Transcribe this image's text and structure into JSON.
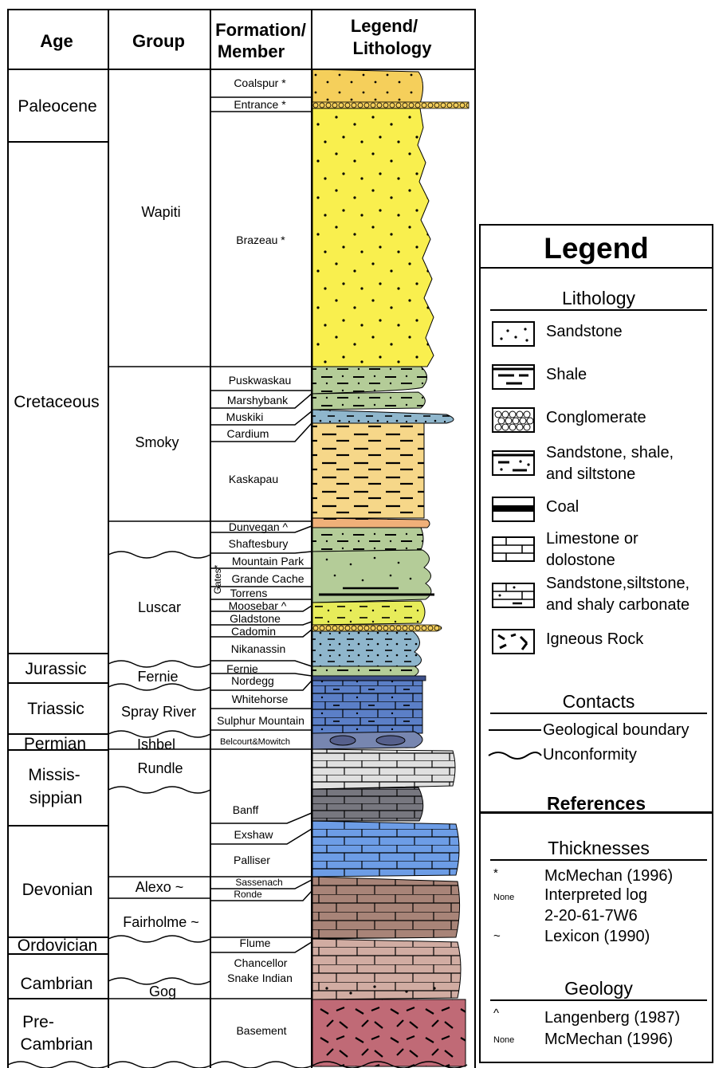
{
  "column": {
    "headers": {
      "age": "Age",
      "group": "Group",
      "formation": [
        "Formation/",
        "Member"
      ],
      "legend": [
        "Legend/",
        "Lithology"
      ]
    },
    "ages": [
      {
        "label": [
          "Paleocene"
        ]
      },
      {
        "label": [
          "Cretaceous"
        ]
      },
      {
        "label": [
          "Jurassic"
        ]
      },
      {
        "label": [
          "Triassic"
        ]
      },
      {
        "label": [
          "Permian"
        ]
      },
      {
        "label": [
          "Missis-",
          "sippian"
        ]
      },
      {
        "label": [
          "Devonian"
        ]
      },
      {
        "label": [
          "Ordovician"
        ]
      },
      {
        "label": [
          "Cambrian"
        ]
      },
      {
        "label": [
          "Pre-",
          "Cambrian"
        ]
      }
    ],
    "groups": [
      "Wapiti",
      "Smoky",
      "Luscar",
      "Fernie",
      "Spray River",
      "Ishbel",
      "Rundle",
      "Alexo ~",
      "Fairholme ~",
      "Gog"
    ],
    "gates_label": "Gates*",
    "formations": [
      "Coalspur *",
      "Entrance *",
      "Brazeau *",
      "Puskwaskau",
      "Marshybank",
      "Muskiki",
      "Cardium",
      "Kaskapau",
      "Dunvegan ^",
      "Shaftesbury",
      "Mountain Park",
      "Grande Cache",
      "Torrens",
      "Moosebar ^",
      "Gladstone",
      "Cadomin",
      "Nikanassin",
      "Fernie",
      "Nordegg",
      "Whitehorse",
      "Sulphur Mountain",
      "Belcourt&Mowitch",
      "Banff",
      "Exshaw",
      "Palliser",
      "Sassenach",
      "Ronde",
      "Flume",
      "Chancellor",
      "Snake Indian",
      "Basement"
    ],
    "colors": {
      "sandstone_yellow": "#f9ef4e",
      "coalspur_orange": "#f5cf5b",
      "shale_green": "#b4cc98",
      "kaskapau_tan": "#f6d789",
      "dunvegan_orange": "#f0b079",
      "muskiki_blue": "#7ba4cc",
      "nikanassin_blue": "#8fb6cc",
      "carbonate_blue": "#5b7fc7",
      "limestone_gray": "#e0e0e0",
      "banff_dark": "#77777f",
      "palliser_blue": "#6d9de6",
      "devonian_brown": "#a88478",
      "cambrian_pink": "#d1aca2",
      "basement_red": "#c06a76"
    }
  },
  "legend": {
    "title": "Legend",
    "lithology_header": "Lithology",
    "lithology": [
      {
        "icon": "sandstone-icon",
        "label": [
          "Sandstone"
        ]
      },
      {
        "icon": "shale-icon",
        "label": [
          "Shale"
        ]
      },
      {
        "icon": "conglomerate-icon",
        "label": [
          "Conglomerate"
        ]
      },
      {
        "icon": "sandstone-shale-siltstone-icon",
        "label": [
          "Sandstone, shale,",
          "and siltstone"
        ]
      },
      {
        "icon": "coal-icon",
        "label": [
          "Coal"
        ]
      },
      {
        "icon": "limestone-icon",
        "label": [
          "Limestone or",
          "dolostone"
        ]
      },
      {
        "icon": "shaly-carbonate-icon",
        "label": [
          "Sandstone,siltstone,",
          "and shaly carbonate"
        ]
      },
      {
        "icon": "igneous-icon",
        "label": [
          "Igneous Rock"
        ]
      }
    ],
    "contacts_header": "Contacts",
    "contacts": [
      {
        "icon": "boundary-line-icon",
        "label": "Geological boundary"
      },
      {
        "icon": "unconformity-line-icon",
        "label": "Unconformity"
      }
    ],
    "references_header": "References",
    "thicknesses_header": "Thicknesses",
    "thicknesses": [
      {
        "symbol": "*",
        "text": [
          "McMechan (1996)"
        ]
      },
      {
        "symbol": "None",
        "text": [
          "Interpreted log",
          "2-20-61-7W6"
        ]
      },
      {
        "symbol": "~",
        "text": [
          "Lexicon (1990)"
        ]
      }
    ],
    "geology_header": "Geology",
    "geology": [
      {
        "symbol": "^",
        "text": [
          "Langenberg (1987)"
        ]
      },
      {
        "symbol": "None",
        "text": [
          "McMechan (1996)"
        ]
      }
    ]
  }
}
